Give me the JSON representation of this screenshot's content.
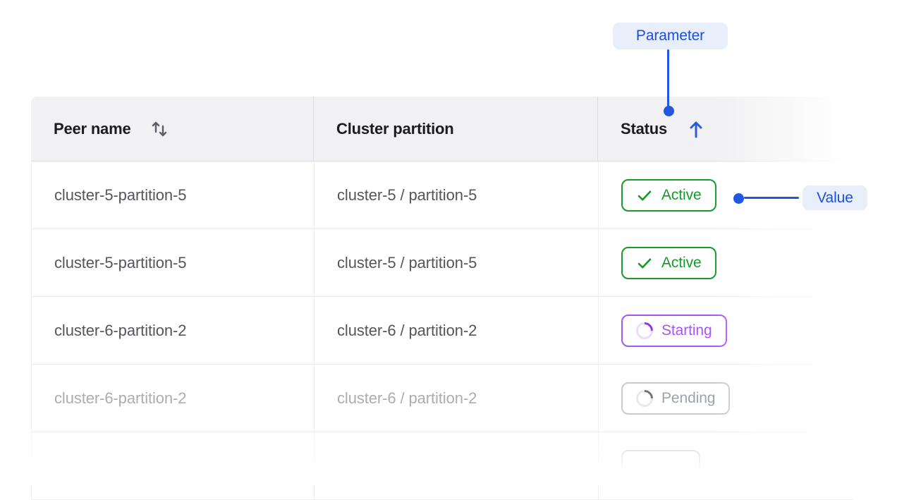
{
  "annotations": {
    "parameter": {
      "label": "Parameter"
    },
    "value": {
      "label": "Value"
    },
    "colors": {
      "accent": "#2257df",
      "chip_bg": "#e9eefb",
      "chip_text": "#1d4fd8"
    }
  },
  "table": {
    "columns": [
      {
        "label": "Peer name",
        "sort": "sortable"
      },
      {
        "label": "Cluster partition",
        "sort": "none"
      },
      {
        "label": "Status",
        "sort": "ascending"
      }
    ],
    "status_colors": {
      "active": "#169b2b",
      "starting": "#a855f7",
      "pending": "#9ca3af"
    },
    "rows": [
      {
        "peer_name": "cluster-5-partition-5",
        "cluster_partition": "cluster-5 / partition-5",
        "status": {
          "label": "Active",
          "kind": "active"
        },
        "dimmed": false,
        "partial": false
      },
      {
        "peer_name": "cluster-5-partition-5",
        "cluster_partition": "cluster-5 / partition-5",
        "status": {
          "label": "Active",
          "kind": "active"
        },
        "dimmed": false,
        "partial": false
      },
      {
        "peer_name": "cluster-6-partition-2",
        "cluster_partition": "cluster-6 / partition-2",
        "status": {
          "label": "Starting",
          "kind": "starting"
        },
        "dimmed": false,
        "partial": false
      },
      {
        "peer_name": "cluster-6-partition-2",
        "cluster_partition": "cluster-6 / partition-2",
        "status": {
          "label": "Pending",
          "kind": "pending"
        },
        "dimmed": true,
        "partial": false
      },
      {
        "peer_name": "",
        "cluster_partition": "",
        "status": {
          "label": "",
          "kind": "pending"
        },
        "dimmed": true,
        "partial": true
      }
    ]
  }
}
